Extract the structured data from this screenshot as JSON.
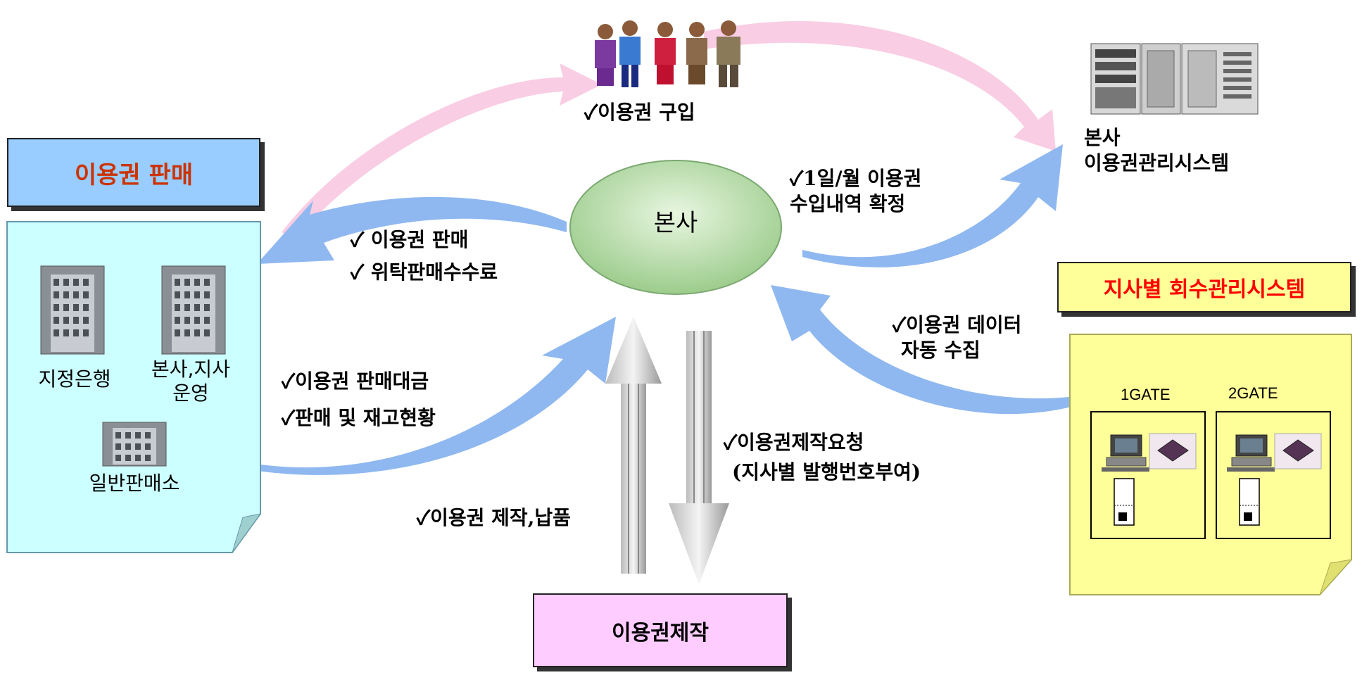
{
  "sales_box": {
    "title": "이용권 판매"
  },
  "sales_items": {
    "bank": "지정은행",
    "hq_branch_line1": "본사,지사",
    "hq_branch_line2": "운영",
    "general_store": "일반판매소"
  },
  "center": {
    "label": "본사"
  },
  "purchase_label": "✓이용권 구입",
  "hq_system": {
    "line1": "본사",
    "line2": "이용권관리시스템"
  },
  "daily_monthly": {
    "line1": "✓1일/월 이용권",
    "line2": "수입내역 확정"
  },
  "sales_commission": {
    "line1": "✓ 이용권 판매",
    "line2": "✓ 위탁판매수수료"
  },
  "sales_payment": {
    "line1": "✓이용권 판매대금",
    "line2": "✓판매 및 재고현황"
  },
  "branch_system": {
    "title": "지사별 회수관리시스템",
    "gate1": "1GATE",
    "gate2": "2GATE"
  },
  "data_collect": {
    "line1": "✓이용권 데이터",
    "line2": "자동 수집"
  },
  "production_request": {
    "line1": "✓이용권제작요청",
    "line2": "(지사별 발행번호부여)"
  },
  "production_delivery": "✓이용권 제작,납품",
  "production_box": {
    "title": "이용권제작"
  },
  "colors": {
    "sales_title_bg": "#99ccff",
    "sales_title_text": "#cc3300",
    "sales_note_bg": "#ccffff",
    "branch_title_bg": "#ffff99",
    "branch_title_text": "#ff0000",
    "branch_note_bg": "#ffff99",
    "production_bg": "#ffccff",
    "center_fill": "#b8e0b0",
    "arrow_blue": "#8fb8f0",
    "arrow_pink": "#f8c8e0"
  }
}
